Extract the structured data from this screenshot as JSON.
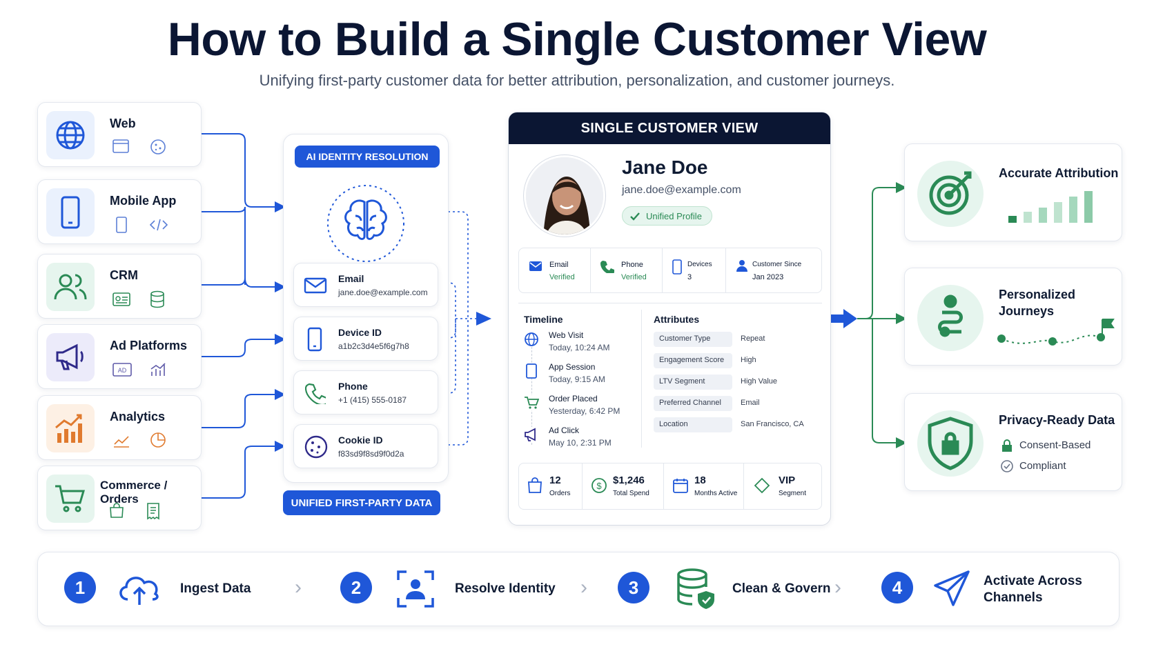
{
  "header": {
    "title": "How to Build a Single Customer View",
    "subtitle": "Unifying first-party customer data for better attribution, personalization, and customer journeys."
  },
  "sources": [
    {
      "label": "Web",
      "icon": "globe-icon"
    },
    {
      "label": "Mobile App",
      "icon": "mobile-icon"
    },
    {
      "label": "CRM",
      "icon": "users-icon"
    },
    {
      "label": "Ad Platforms",
      "icon": "megaphone-icon"
    },
    {
      "label": "Analytics",
      "icon": "bar-chart-icon"
    },
    {
      "label": "Commerce / Orders",
      "icon": "cart-icon"
    }
  ],
  "identity": {
    "badge": "AI IDENTITY RESOLUTION",
    "footer_badge": "UNIFIED FIRST-PARTY DATA",
    "items": [
      {
        "label": "Email",
        "value": "jane.doe@example.com",
        "icon": "envelope-icon"
      },
      {
        "label": "Device ID",
        "value": "a1b2c3d4e5f6g7h8",
        "icon": "device-icon"
      },
      {
        "label": "Phone",
        "value": "+1 (415) 555-0187",
        "icon": "phone-icon"
      },
      {
        "label": "Cookie ID",
        "value": "f83sd9f8sd9f0d2a",
        "icon": "cookie-icon"
      }
    ]
  },
  "scv": {
    "header": "SINGLE CUSTOMER VIEW",
    "name": "Jane Doe",
    "email": "jane.doe@example.com",
    "profile_badge": "Unified Profile",
    "stats": [
      {
        "label": "Email",
        "value": "Verified"
      },
      {
        "label": "Phone",
        "value": "Verified"
      },
      {
        "label": "Devices",
        "value": "3"
      },
      {
        "label": "Customer Since",
        "value": "Jan 2023"
      }
    ],
    "timeline_title": "Timeline",
    "timeline": [
      {
        "title": "Web Visit",
        "time": "Today, 10:24 AM"
      },
      {
        "title": "App Session",
        "time": "Today, 9:15 AM"
      },
      {
        "title": "Order Placed",
        "time": "Yesterday, 6:42 PM"
      },
      {
        "title": "Ad Click",
        "time": "May 10, 2:31 PM"
      }
    ],
    "attributes_title": "Attributes",
    "attributes": [
      {
        "key": "Customer Type",
        "value": "Repeat"
      },
      {
        "key": "Engagement Score",
        "value": "High"
      },
      {
        "key": "LTV Segment",
        "value": "High Value"
      },
      {
        "key": "Preferred Channel",
        "value": "Email"
      },
      {
        "key": "Location",
        "value": "San Francisco, CA"
      }
    ],
    "metrics": [
      {
        "value": "12",
        "label": "Orders"
      },
      {
        "value": "$1,246",
        "label": "Total Spend"
      },
      {
        "value": "18",
        "label": "Months Active"
      },
      {
        "value": "VIP",
        "label": "Segment"
      }
    ]
  },
  "outcomes": [
    {
      "title": "Accurate Attribution"
    },
    {
      "title": "Personalized Journeys"
    },
    {
      "title": "Privacy-Ready Data",
      "items": [
        "Consent-Based",
        "Compliant"
      ]
    }
  ],
  "steps": [
    {
      "num": "1",
      "label": "Ingest Data"
    },
    {
      "num": "2",
      "label": "Resolve Identity"
    },
    {
      "num": "3",
      "label": "Clean & Govern"
    },
    {
      "num": "4",
      "label": "Activate Across Channels"
    }
  ],
  "colors": {
    "primary": "#1f57d8",
    "navy": "#0b1633",
    "green": "#2a8a55"
  }
}
